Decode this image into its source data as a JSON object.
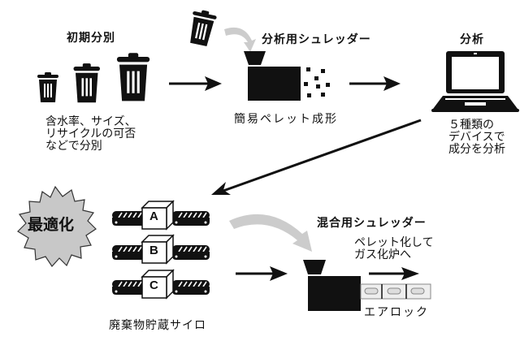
{
  "diagram": {
    "steps": {
      "initial_sort": {
        "title": "初期分別",
        "description": "含水率、サイズ、\nリサイクルの可否\nなどで分別"
      },
      "analysis_shredder": {
        "title": "分析用シュレッダー",
        "description": "簡易ペレット成形"
      },
      "analysis": {
        "title": "分析",
        "description": "５種類の\nデバイスで\n成分を分析"
      },
      "optimization": {
        "label": "最適化"
      },
      "storage_silo": {
        "label": "廃棄物貯蔵サイロ",
        "bins": [
          "A",
          "B",
          "C"
        ]
      },
      "mixing_shredder": {
        "title": "混合用シュレッダー",
        "description": "ペレット化して\nガス化炉へ",
        "airlock_label": "エアロック"
      }
    },
    "colors": {
      "ink": "#111111",
      "accent_gray": "#cccccc",
      "burst_fill": "#c8c8c8"
    }
  }
}
